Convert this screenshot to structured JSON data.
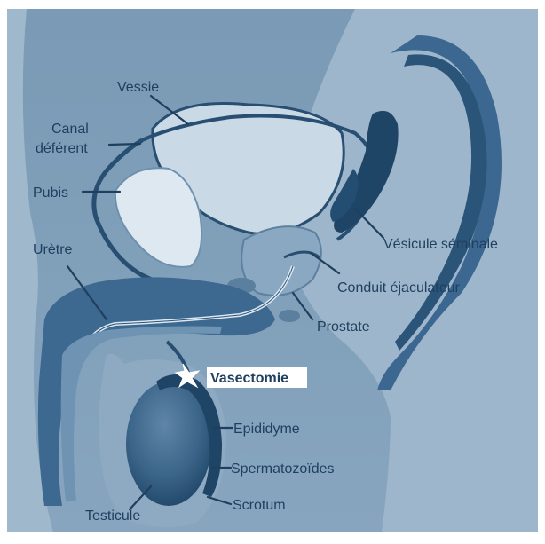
{
  "labels": {
    "vessie": "Vessie",
    "canal_line1": "Canal",
    "canal_line2": "déférent",
    "pubis": "Pubis",
    "uretre": "Urètre",
    "vesicule": "Vésicule séminale",
    "conduit": "Conduit éjaculateur",
    "prostate": "Prostate",
    "vasectomie": "Vasectomie",
    "epididyme": "Epididyme",
    "spermatozoides": "Spermatozoïdes",
    "scrotum": "Scrotum",
    "testicule": "Testicule"
  },
  "colors": {
    "background": "#7f9fba",
    "body_light": "#a8c0d4",
    "tissue_mid": "#8eaac2",
    "tissue_dark": "#2e587c",
    "pale": "#dbe7f0",
    "label_text": "#1f3f5f",
    "highlight_box": "#ffffff"
  }
}
